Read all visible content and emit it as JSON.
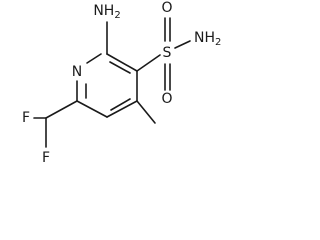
{
  "molecule": {
    "atoms": {
      "n_ring": "N",
      "nh2": "NH2",
      "nh2_main": "NH",
      "nh2_sub": "2",
      "sulfur": "S",
      "oxygen_top": "O",
      "oxygen_bottom": "O",
      "fluorine_top": "F",
      "fluorine_bottom": "F"
    }
  }
}
